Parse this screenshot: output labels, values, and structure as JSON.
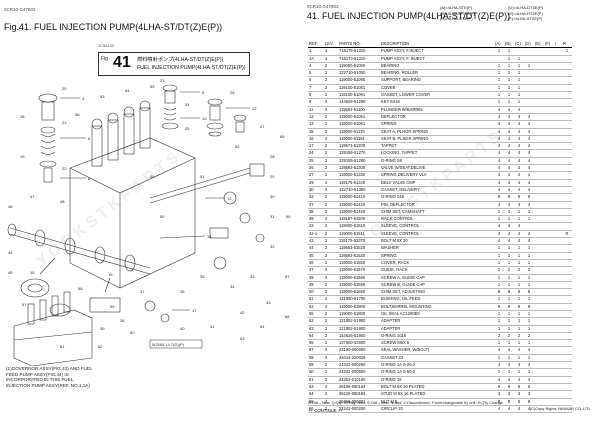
{
  "left_page": {
    "code": "0CR10-G47802",
    "fig_title": "Fig.41.  FUEL INJECTION PUMP(4LHA-ST/DT(Z)E(P))",
    "small_id": "1C5A130",
    "box_fig": "Fig",
    "box_num": "41",
    "box_jp": "燃料噴射ポンプ(4LHA-ST/DT(Z)E(P))",
    "box_en": "FUEL INJECTION PUMP(4LHA-ST/DT(Z)E(P))",
    "drawing_tag": "M2565 14.7(D)(P)",
    "note": [
      "(1)GOVERNOR ASSY(FIG.43) AND FUEL",
      "FEED PUMP ASSY(FIG.44) IS",
      "INCORPORATED IN THIS FUEL",
      "INJECTION PUMP ASSY(REF. NO.1,1A)"
    ],
    "callouts": [
      "4",
      "6",
      "8",
      "9",
      "10",
      "12",
      "13",
      "14",
      "15",
      "16",
      "17",
      "18",
      "19",
      "20",
      "21",
      "22",
      "23",
      "24",
      "25",
      "26",
      "27",
      "28",
      "29",
      "30",
      "31",
      "32",
      "33",
      "34",
      "35",
      "36",
      "37",
      "38",
      "39",
      "40",
      "41",
      "42",
      "43",
      "44",
      "45",
      "46",
      "47",
      "48",
      "49",
      "50",
      "51",
      "52",
      "53",
      "54",
      "55",
      "56",
      "57",
      "58",
      "59",
      "60",
      "61",
      "62",
      "63",
      "64",
      "65",
      "66",
      "67",
      "68"
    ],
    "watermark": "YORKSTKPARTS"
  },
  "right_page": {
    "code": "0CR10-G47802",
    "title": "41.  FUEL INJECTION PUMP(4LHA-ST/DT(Z)E(P))",
    "variants_left": [
      "(A)=4LHA-STE(P)",
      "(B)=4LHA-DTZE(P)",
      "(C)=4LHA-DTE(P)"
    ],
    "variants_right": [
      "(D)=4LHA-DTZE(P)",
      "(E)=4LHA-HTZE(P)",
      "(F)=4LHA-STZE(P)"
    ],
    "headers": {
      "ref": "REF.",
      "lev": "LEV.",
      "parts_no": "PARTS NO.",
      "desc": "DESCRIPTION",
      "qty": "QTY",
      "i": "I",
      "r": "R"
    },
    "qty_cols": [
      "(A)",
      "(B)",
      "(C)",
      "(D)",
      "(E)",
      "(F)"
    ],
    "rows": [
      {
        "ref": "1",
        "lev": "1",
        "pn": "719175-51310",
        "desc": "PUMP ASSY, F.INJECT",
        "q": [
          "1",
          "1",
          "",
          "",
          "",
          ""
        ],
        "i": "",
        "r": "1"
      },
      {
        "ref": "1A",
        "lev": "1",
        "pn": "719173-51310",
        "desc": "PUMP ASSY, F. INJECT",
        "q": [
          "",
          "1",
          "1",
          "",
          "",
          ""
        ],
        "i": "",
        "r": ""
      },
      {
        "ref": "4",
        "lev": "2",
        "pn": "119000-51000",
        "desc": "BEARING",
        "q": [
          "1",
          "1",
          "1",
          "1",
          "",
          ""
        ],
        "i": "",
        "r": ""
      },
      {
        "ref": "5",
        "lev": "2",
        "pn": "122710-51050",
        "desc": "BEARING, ROLLER",
        "q": [
          "1",
          "1",
          "1",
          "",
          "",
          ""
        ],
        "i": "",
        "r": ""
      },
      {
        "ref": "6",
        "lev": "2",
        "pn": "119000-51090",
        "desc": "SUPPORT, BEARING",
        "q": [
          "1",
          "1",
          "1",
          "",
          "",
          ""
        ],
        "i": "",
        "r": ""
      },
      {
        "ref": "7",
        "lev": "2",
        "pn": "119100-51081",
        "desc": "COVER",
        "q": [
          "1",
          "1",
          "1",
          "",
          "",
          ""
        ],
        "i": "",
        "r": ""
      },
      {
        "ref": "8",
        "lev": "2",
        "pn": "119100-51091",
        "desc": "GASKET, LOWER COVER",
        "q": [
          "1",
          "1",
          "1",
          "",
          "",
          ""
        ],
        "i": "",
        "r": ""
      },
      {
        "ref": "9",
        "lev": "2",
        "pn": "144626-51290",
        "desc": "KEY 5X16",
        "q": [
          "1",
          "1",
          "1",
          "",
          "",
          ""
        ],
        "i": "",
        "r": ""
      },
      {
        "ref": "11",
        "lev": "2",
        "pn": "119593-51100",
        "desc": "PLUNGER W/BARREL",
        "q": [
          "4",
          "4",
          "4",
          "",
          "",
          ""
        ],
        "i": "",
        "r": ""
      },
      {
        "ref": "12",
        "lev": "2",
        "pn": "119000-51051",
        "desc": "DEFLECTOR",
        "q": [
          "4",
          "4",
          "4",
          "4",
          "",
          ""
        ],
        "i": "",
        "r": ""
      },
      {
        "ref": "13",
        "lev": "2",
        "pn": "119000-51061",
        "desc": "SPRING",
        "q": [
          "4",
          "4",
          "4",
          "4",
          "",
          ""
        ],
        "i": "",
        "r": ""
      },
      {
        "ref": "15",
        "lev": "2",
        "pn": "119000-51170",
        "desc": "SEAT A, PLNGR.SPRING",
        "q": [
          "4",
          "4",
          "4",
          "4",
          "",
          ""
        ],
        "i": "",
        "r": ""
      },
      {
        "ref": "16",
        "lev": "2",
        "pn": "119000-51181",
        "desc": "SEAT B, PLNGR.SPRING",
        "q": [
          "4",
          "4",
          "4",
          "4",
          "",
          ""
        ],
        "i": "",
        "r": ""
      },
      {
        "ref": "17",
        "lev": "2",
        "pn": "119573-51200",
        "desc": "TAPPET",
        "q": [
          "4",
          "4",
          "4",
          "4",
          "",
          ""
        ],
        "i": "",
        "r": ""
      },
      {
        "ref": "24",
        "lev": "2",
        "pn": "129155-51270",
        "desc": "LOCKING, TAPPET",
        "q": [
          "4",
          "4",
          "4",
          "4",
          "",
          ""
        ],
        "i": "",
        "r": ""
      },
      {
        "ref": "25",
        "lev": "2",
        "pn": "129155-51280",
        "desc": "O-RING S8",
        "q": [
          "4",
          "4",
          "4",
          "4",
          "",
          ""
        ],
        "i": "",
        "r": ""
      },
      {
        "ref": "26",
        "lev": "2",
        "pn": "119593-51300",
        "desc": "VALVE W/SEAT,DELIVE",
        "q": [
          "4",
          "4",
          "4",
          "4",
          "",
          ""
        ],
        "i": "",
        "r": ""
      },
      {
        "ref": "27",
        "lev": "2",
        "pn": "119000-51330",
        "desc": "SPRING,DELIVERY VLV",
        "q": [
          "4",
          "4",
          "4",
          "4",
          "",
          ""
        ],
        "i": "",
        "r": ""
      },
      {
        "ref": "29",
        "lev": "2",
        "pn": "119175-51340",
        "desc": "DELV VALVE CMP",
        "q": [
          "4",
          "4",
          "4",
          "4",
          "",
          ""
        ],
        "i": "",
        "r": ""
      },
      {
        "ref": "30",
        "lev": "2",
        "pn": "122710-51350",
        "desc": "GASKET, DELIVERY",
        "q": [
          "4",
          "4",
          "4",
          "4",
          "",
          ""
        ],
        "i": "",
        "r": ""
      },
      {
        "ref": "32",
        "lev": "2",
        "pn": "119000-51410",
        "desc": "O-RING S18",
        "q": [
          "8",
          "8",
          "8",
          "8",
          "",
          ""
        ],
        "i": "",
        "r": ""
      },
      {
        "ref": "37",
        "lev": "2",
        "pn": "119000-51430",
        "desc": "PIN, DEFLECTOR",
        "q": [
          "4",
          "4",
          "4",
          "4",
          "",
          ""
        ],
        "i": "",
        "r": ""
      },
      {
        "ref": "38",
        "lev": "2",
        "pn": "119000-51460",
        "desc": "SHIM SET, CAMSHAFT",
        "q": [
          "1",
          "1",
          "1",
          "1",
          "",
          ""
        ],
        "i": "",
        "r": ""
      },
      {
        "ref": "39",
        "lev": "2",
        "pn": "119187-51500",
        "desc": "RACK,CONTROL",
        "q": [
          "1",
          "1",
          "1",
          "1",
          "",
          ""
        ],
        "i": "",
        "r": ""
      },
      {
        "ref": "42",
        "lev": "2",
        "pn": "119000-51510",
        "desc": "SLEEVE, CONTROL",
        "q": [
          "4",
          "4",
          "4",
          "",
          "",
          ""
        ],
        "i": "",
        "r": ""
      },
      {
        "ref": "42-1",
        "lev": "2",
        "pn": "119000-51511",
        "desc": "SLEEVE, CONTROL",
        "q": [
          "4",
          "4",
          "4",
          "4",
          "",
          ""
        ],
        "i": "",
        "r": "R"
      },
      {
        "ref": "43",
        "lev": "2",
        "pn": "119175-51370",
        "desc": "BOLT M 6X 20",
        "q": [
          "4",
          "4",
          "4",
          "4",
          "",
          ""
        ],
        "i": "",
        "r": ""
      },
      {
        "ref": "44",
        "lev": "2",
        "pn": "119593-51520",
        "desc": "WASHER",
        "q": [
          "1",
          "1",
          "1",
          "1",
          "",
          ""
        ],
        "i": "",
        "r": ""
      },
      {
        "ref": "45",
        "lev": "2",
        "pn": "119593-51530",
        "desc": "SPRING",
        "q": [
          "1",
          "1",
          "1",
          "1",
          "",
          ""
        ],
        "i": "",
        "r": ""
      },
      {
        "ref": "46",
        "lev": "2",
        "pn": "119000-51550",
        "desc": "COVER, RACK",
        "q": [
          "1",
          "1",
          "1",
          "1",
          "",
          ""
        ],
        "i": "",
        "r": ""
      },
      {
        "ref": "47",
        "lev": "2",
        "pn": "119000-51570",
        "desc": "GUIDE, RACK",
        "q": [
          "2",
          "2",
          "2",
          "2",
          "",
          ""
        ],
        "i": "",
        "r": ""
      },
      {
        "ref": "48",
        "lev": "2",
        "pn": "119000-51580",
        "desc": "SCREW A, GUIDE CAP",
        "q": [
          "1",
          "1",
          "1",
          "1",
          "",
          ""
        ],
        "i": "",
        "r": ""
      },
      {
        "ref": "49",
        "lev": "2",
        "pn": "119000-51580",
        "desc": "SCREW B, GUIDE CAP",
        "q": [
          "1",
          "1",
          "1",
          "1",
          "",
          ""
        ],
        "i": "",
        "r": ""
      },
      {
        "ref": "50",
        "lev": "2",
        "pn": "119000-51650",
        "desc": "SHIM SET, ADJUSTING",
        "q": [
          "8",
          "8",
          "8",
          "8",
          "",
          ""
        ],
        "i": "",
        "r": ""
      },
      {
        "ref": "51",
        "lev": "2",
        "pn": "121850-51700",
        "desc": "BUSHING, OIL FEED",
        "q": [
          "1",
          "1",
          "1",
          "1",
          "",
          ""
        ],
        "i": "",
        "r": ""
      },
      {
        "ref": "52",
        "lev": "2",
        "pn": "119000-51800",
        "desc": "BOLT,BARREL MOUNTING",
        "q": [
          "8",
          "8",
          "8",
          "8",
          "",
          ""
        ],
        "i": "",
        "r": ""
      },
      {
        "ref": "55",
        "lev": "2",
        "pn": "119000-51800",
        "desc": "OIL SEAL AC1290E0",
        "q": [
          "1",
          "1",
          "1",
          "1",
          "",
          ""
        ],
        "i": "",
        "r": ""
      },
      {
        "ref": "62",
        "lev": "2",
        "pn": "121852-51900",
        "desc": "ADAPTER",
        "q": [
          "1",
          "1",
          "1",
          "1",
          "",
          ""
        ],
        "i": "",
        "r": ""
      },
      {
        "ref": "63",
        "lev": "2",
        "pn": "121852-51900",
        "desc": "ADAPTER",
        "q": [
          "1",
          "1",
          "1",
          "1",
          "",
          ""
        ],
        "i": "",
        "r": ""
      },
      {
        "ref": "64",
        "lev": "2",
        "pn": "144626-51950",
        "desc": "O-RING 1018",
        "q": [
          "2",
          "2",
          "2",
          "2",
          "",
          ""
        ],
        "i": "",
        "r": ""
      },
      {
        "ref": "66",
        "lev": "2",
        "pn": "137600-53900",
        "desc": "SCREW M6X 6",
        "q": [
          "1",
          "1",
          "1",
          "1",
          "",
          ""
        ],
        "i": "",
        "r": ""
      },
      {
        "ref": "67",
        "lev": "2",
        "pn": "22180-060000",
        "desc": "SEAL WASHER, W/BOLT)",
        "q": [
          "4",
          "4",
          "4",
          "4",
          "",
          ""
        ],
        "i": "",
        "r": ""
      },
      {
        "ref": "58",
        "lev": "2",
        "pn": "23414-220029",
        "desc": "GASKET 22",
        "q": [
          "1",
          "1",
          "1",
          "1",
          "",
          ""
        ],
        "i": "",
        "r": ""
      },
      {
        "ref": "59",
        "lev": "2",
        "pn": "24341-000260",
        "desc": "O-RING 1A S-26.0",
        "q": [
          "4",
          "4",
          "4",
          "4",
          "",
          ""
        ],
        "i": "",
        "r": ""
      },
      {
        "ref": "60",
        "lev": "2",
        "pn": "24341-000500",
        "desc": "O-RING 1A S-50.0",
        "q": [
          "1",
          "1",
          "1",
          "1",
          "",
          ""
        ],
        "i": "",
        "r": ""
      },
      {
        "ref": "61",
        "lev": "2",
        "pn": "24352-010160",
        "desc": "O-RING 16",
        "q": [
          "4",
          "4",
          "4",
          "4",
          "",
          ""
        ],
        "i": "",
        "r": ""
      },
      {
        "ref": "63",
        "lev": "2",
        "pn": "26106-060162",
        "desc": "BOLT M 6X 16 PLATED",
        "q": [
          "6",
          "6",
          "6",
          "6",
          "",
          ""
        ],
        "i": "",
        "r": ""
      },
      {
        "ref": "64",
        "lev": "2",
        "pn": "26216-060162",
        "desc": "STUD M 6X 16 PLATED",
        "q": [
          "3",
          "3",
          "3",
          "3",
          "",
          ""
        ],
        "i": "",
        "r": ""
      },
      {
        "ref": "65",
        "lev": "2",
        "pn": "26366-080002",
        "desc": "NUT M 8",
        "q": [
          "8",
          "8",
          "8",
          "8",
          "",
          ""
        ],
        "i": "",
        "r": ""
      },
      {
        "ref": "66",
        "lev": "2",
        "pn": "22242-000200",
        "desc": "CIRCLIP  20",
        "q": [
          "4",
          "4",
          "4",
          "4",
          "",
          ""
        ],
        "i": "",
        "r": ""
      }
    ],
    "legend": "N:Old→New, Q:Qty, R:Rwg. New, S:Old→New, N:Add, Z:Discontinued, F:Interchangeable by unit, K:Q'ty Change",
    "continue": "++ CONTINUE ++",
    "copyright": "(C)Copy Rights YANMAR CO.,LTD"
  },
  "colors": {
    "ink": "#111111",
    "rule": "#000000",
    "watermark": "#969696"
  }
}
